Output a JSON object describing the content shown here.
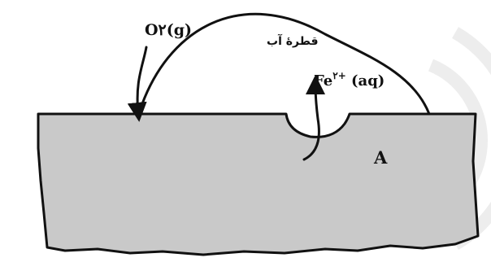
{
  "labels": {
    "oxygen": "O۲(g)",
    "water_drop": "قطرهٔ آب",
    "iron_ion_symbol": "Fe",
    "iron_ion_charge": "۲+",
    "iron_ion_state": " (aq)",
    "region": "A"
  },
  "colors": {
    "metal_fill": "#c9c9c9",
    "outline": "#111111",
    "watermark": "#ededed",
    "background": "#ffffff"
  }
}
